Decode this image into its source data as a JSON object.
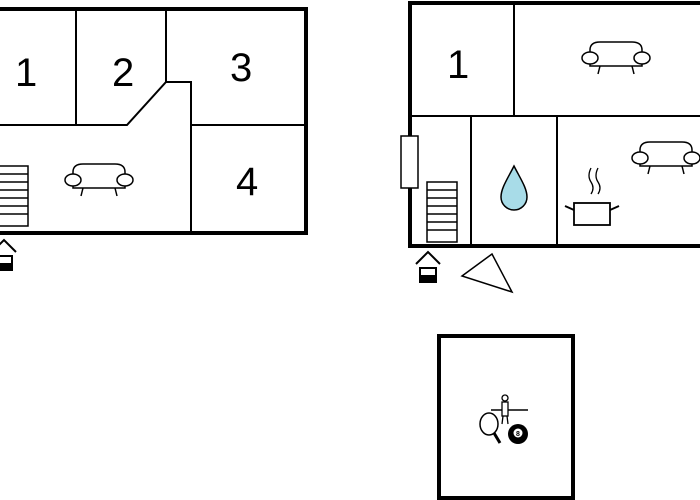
{
  "floor_left": {
    "rooms": [
      {
        "label": "1"
      },
      {
        "label": "2"
      },
      {
        "label": "3"
      },
      {
        "label": "4"
      }
    ],
    "icons": [
      "stairs-icon",
      "sofa-icon",
      "entrance-icon"
    ]
  },
  "floor_right": {
    "rooms": [
      {
        "label": "1"
      }
    ],
    "icons": [
      "sofa-icon",
      "door-icon",
      "stairs-icon",
      "bathroom-water-drop-icon",
      "kitchen-pot-icon",
      "sofa-icon",
      "entrance-icon",
      "north-arrow-icon"
    ]
  },
  "annex": {
    "icons": [
      "table-tennis-icon",
      "table-football-icon",
      "billiard-ball-icon"
    ],
    "ball_number": "8"
  },
  "colors": {
    "wall": "#000000",
    "water": "#a8dce8"
  }
}
